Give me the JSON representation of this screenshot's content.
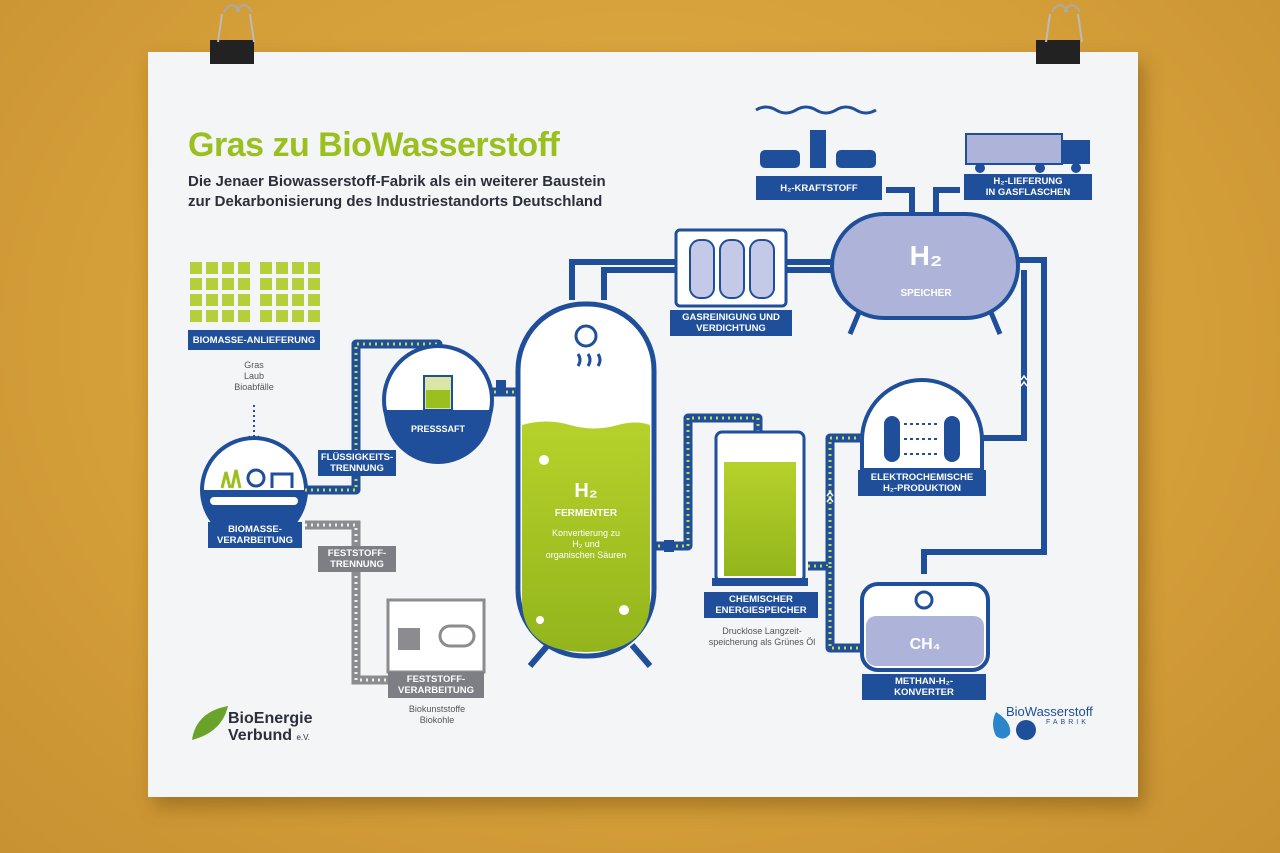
{
  "poster": {
    "title": "Gras zu BioWasserstoff",
    "subtitle_line1": "Die Jenaer Biowasserstoff-Fabrik als ein weiterer Baustein",
    "subtitle_line2": "zur Dekarbonisierung des Industriestandorts Deutschland"
  },
  "labels": {
    "biomasse_anlieferung": "BIOMASSE-ANLIEFERUNG",
    "biomasse_verarbeitung": "BIOMASSE-\nVERARBEITUNG",
    "fluessigkeitstrennung": "FLÜSSIGKEITS-\nTRENNUNG",
    "feststofftrennung": "FESTSTOFF-\nTRENNUNG",
    "presssaft": "PRESSSAFT",
    "feststoffverarbeitung": "FESTSTOFF-\nVERARBEITUNG",
    "gasreinigung": "GASREINIGUNG UND\nVERDICHTUNG",
    "h2_kraftstoff": "H₂-KRAFTSTOFF",
    "h2_lieferung": "H₂-LIEFERUNG\nIN GASFLASCHEN",
    "speicher": "SPEICHER",
    "fermenter": "FERMENTER",
    "chemischer_speicher": "CHEMISCHER\nENERGIESPEICHER",
    "elektrochemische": "ELEKTROCHEMISCHE\nH₂-PRODUKTION",
    "methan_konverter": "METHAN-H₂-\nKONVERTER"
  },
  "notes": {
    "biomasse_inputs": "Gras\nLaub\nBioabfälle",
    "fermenter_desc": "Konvertierung zu\nH₂ und\norganischen Säuren",
    "speicher_desc": "Drucklose Langzeit-\nspeicherung als Grünes Öl",
    "feststoff_outputs": "Biokunststoffe\nBiokohle"
  },
  "symbols": {
    "h2": "H₂",
    "ch4": "CH₄"
  },
  "logos": {
    "bioenergie_line1": "BioEnergie",
    "bioenergie_line2": "Verbund",
    "bioenergie_suffix": "e.V.",
    "biowasserstoff": "BioWasserstoff",
    "fabrik": "FABRIK"
  },
  "colors": {
    "navy": "#1f4f9a",
    "green": "#9bbf1e",
    "lavender": "#aeb3da",
    "grey": "#7d7f84"
  }
}
